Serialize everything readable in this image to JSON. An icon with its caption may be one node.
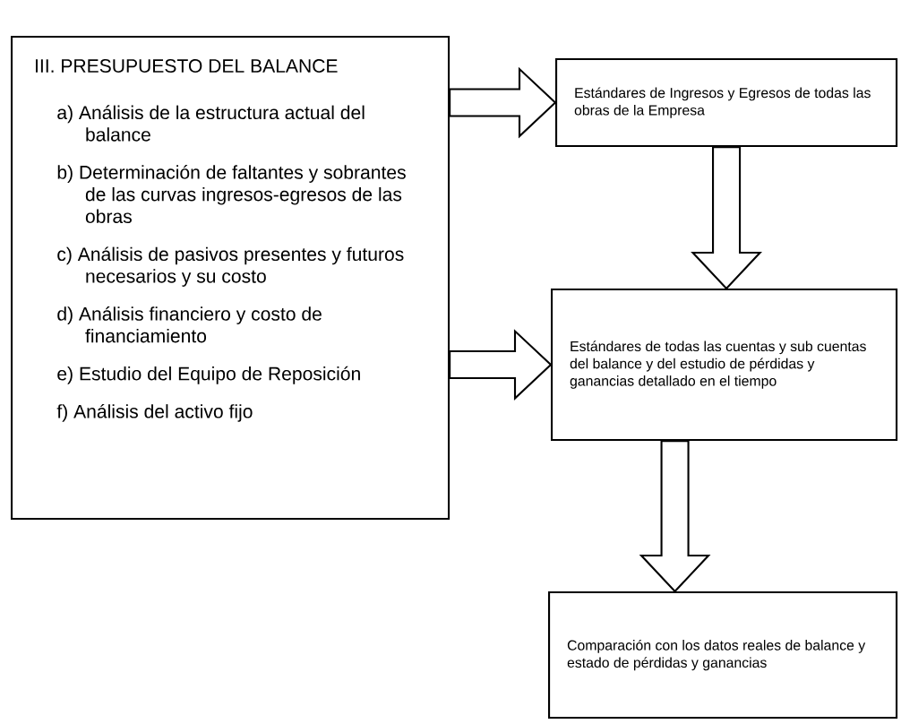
{
  "diagram": {
    "nodes": [
      {
        "text": [
          "III. PRESUPUESTO DEL BALANCE",
          "a) Análisis de la estructura actual del balance",
          "b) Determinación de faltantes y sobrantes de las curvas ingresos-egresos de las obras",
          "c) Análisis de pasivos presentes y futuros necesarios y su costo",
          "d) Análisis financiero y costo de financiamiento",
          "e) Estudio del Equipo de Reposición",
          "f) Análisis del activo fijo"
        ]
      },
      {
        "text": [
          "Estándares de Ingresos y Egresos de todas las obras de la Empresa"
        ]
      },
      {
        "text": [
          "Estándares de todas las cuentas y sub cuentas del balance y del estudio de pérdidas y ganancias detallado en el tiempo"
        ]
      },
      {
        "text": [
          "Comparación con los datos reales de balance y estado de pérdidas y ganancias"
        ]
      }
    ],
    "edges": [
      {
        "from": 0,
        "to": 1,
        "arrow": "to"
      },
      {
        "from": 1,
        "to": 2,
        "arrow": "to"
      },
      {
        "from": 0,
        "to": 2,
        "arrow": "to"
      },
      {
        "from": 2,
        "to": 3,
        "arrow": "to"
      }
    ]
  }
}
